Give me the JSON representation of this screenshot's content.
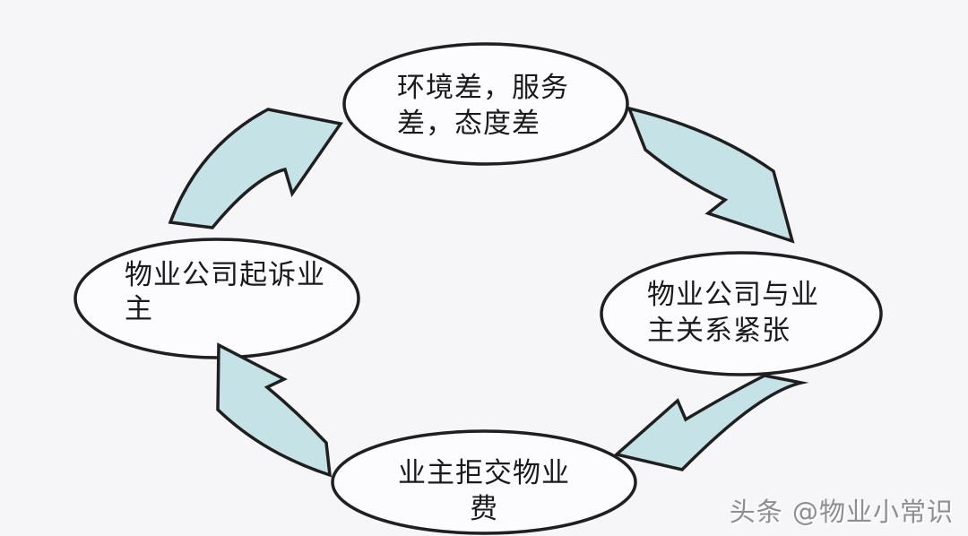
{
  "diagram": {
    "type": "cycle",
    "nodes": [
      {
        "id": "top",
        "label": "环境差，服务\n差，态度差"
      },
      {
        "id": "right",
        "label": "物业公司与业\n主关系紧张"
      },
      {
        "id": "bottom",
        "label": "业主拒交物业\n费"
      },
      {
        "id": "left",
        "label": "物业公司起诉业\n主"
      }
    ],
    "edges": [
      {
        "from": "top",
        "to": "right"
      },
      {
        "from": "right",
        "to": "bottom"
      },
      {
        "from": "bottom",
        "to": "left"
      },
      {
        "from": "left",
        "to": "top"
      }
    ],
    "colors": {
      "background": "#f6f5f7",
      "node_fill": "#fcfbfd",
      "outline": "#1f1f1f",
      "arrow_fill": "#c5e2e6",
      "text": "#1a1a1a",
      "watermark": "#8e8e90"
    }
  },
  "watermark": {
    "text": "头条 @物业小常识"
  }
}
